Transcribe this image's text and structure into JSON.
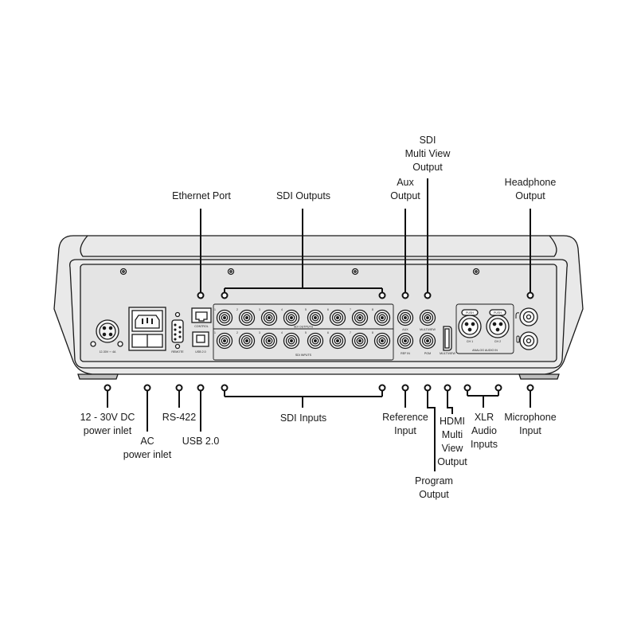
{
  "labels": {
    "ethernet": [
      "Ethernet Port"
    ],
    "sdi_outputs": [
      "SDI Outputs"
    ],
    "aux": [
      "Aux",
      "Output"
    ],
    "multiview_sdi": [
      "SDI",
      "Multi View",
      "Output"
    ],
    "headphone": [
      "Headphone",
      "Output"
    ],
    "dc_power": [
      "12 - 30V DC",
      "power inlet"
    ],
    "ac_power": [
      "AC",
      "power inlet"
    ],
    "rs422": [
      "RS-422"
    ],
    "usb": [
      "USB 2.0"
    ],
    "sdi_inputs": [
      "SDI Inputs"
    ],
    "reference": [
      "Reference",
      "Input"
    ],
    "program": [
      "Program",
      "Output"
    ],
    "hdmi": [
      "HDMI",
      "Multi",
      "View",
      "Output"
    ],
    "xlr": [
      "XLR",
      "Audio",
      "Inputs"
    ],
    "microphone": [
      "Microphone",
      "Input"
    ]
  },
  "panel_text": {
    "dc": "12-30V ⎓ 4A",
    "control": "CONTROL",
    "remote": "REMOTE",
    "usb": "USB 2.0",
    "sdi_outputs": "SDI OUTPUTS",
    "sdi_inputs": "SDI INPUTS",
    "aux": "AUX",
    "ref_in": "REF IN",
    "multiview": "MULTIVIEW",
    "pgm": "PGM",
    "hdmi_multiview": "MULTIVIEW",
    "push": "PUSH",
    "ch1": "CH 1",
    "ch2": "CH 2",
    "analog_audio": "ANALOG AUDIO IN",
    "bnc_numbers": [
      "1",
      "2",
      "3",
      "4",
      "5",
      "6",
      "7",
      "8"
    ]
  }
}
